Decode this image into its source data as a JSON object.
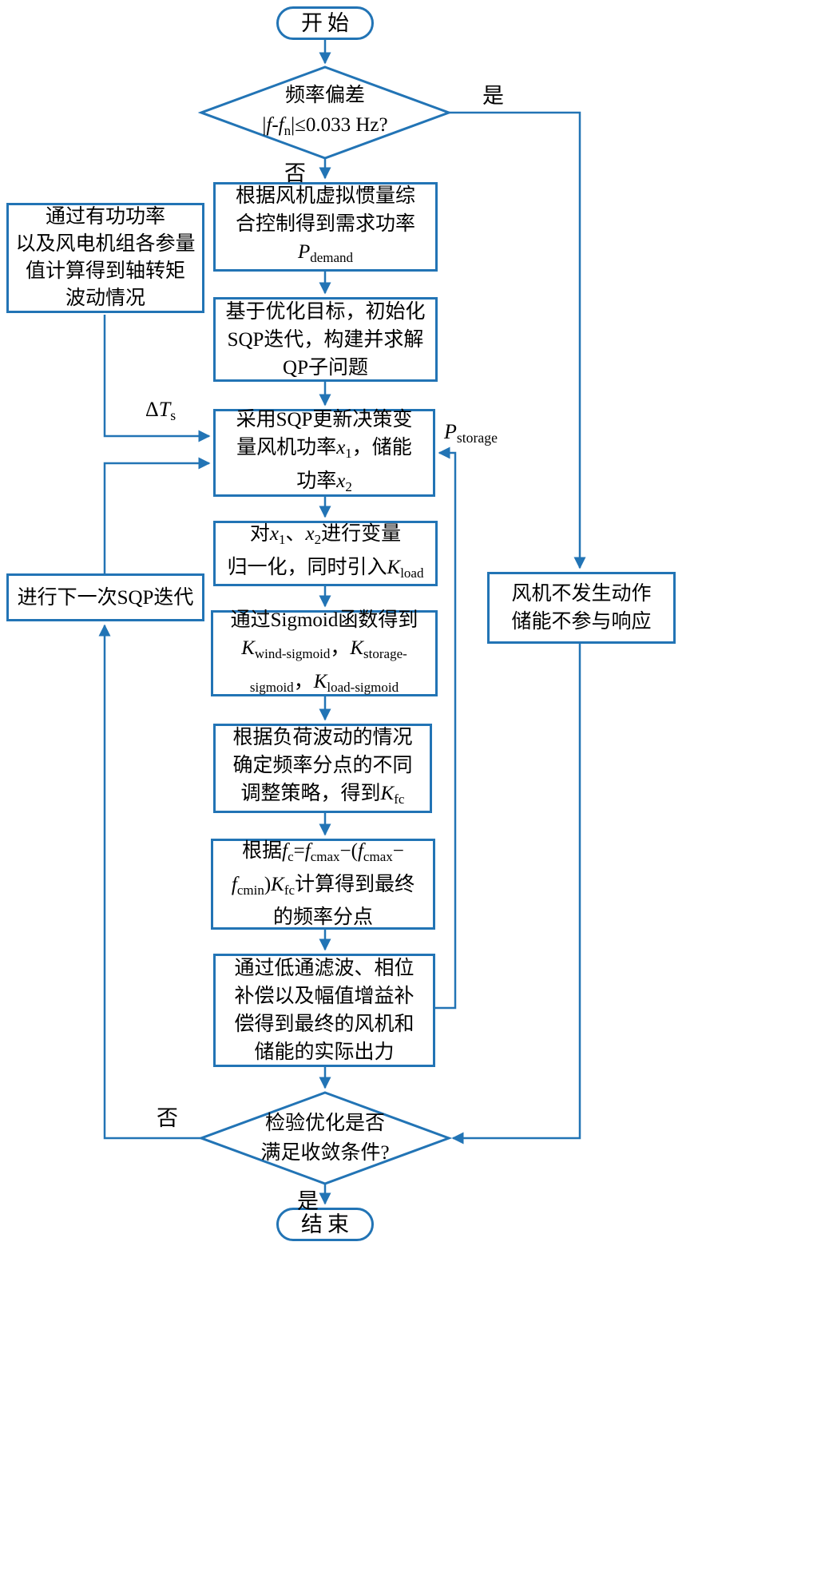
{
  "diagram": {
    "type": "flowchart",
    "colors": {
      "line": "#2274B5",
      "fill": "#FFFFFF",
      "text": "#000000"
    },
    "nodes": {
      "start": {
        "label": "开始"
      },
      "d_freq": {
        "lines": [
          [
            {
              "t": "频率偏差"
            }
          ],
          [
            {
              "t": "|"
            },
            {
              "t": "f",
              "s": "i"
            },
            {
              "t": "-"
            },
            {
              "t": "f",
              "s": "i"
            },
            {
              "t": "n",
              "s": "sub"
            },
            {
              "t": "|≤0.033 Hz?"
            }
          ]
        ]
      },
      "p_demand": {
        "lines": [
          [
            {
              "t": "根据风机虚拟惯量综"
            }
          ],
          [
            {
              "t": "合控制得到需求功率"
            }
          ],
          [
            {
              "t": "P",
              "s": "i"
            },
            {
              "t": "demand",
              "s": "sub"
            }
          ]
        ]
      },
      "p_sqp_init": {
        "lines": [
          [
            {
              "t": "基于优化目标，初始化"
            }
          ],
          [
            {
              "t": "SQP迭代，构建并求解"
            }
          ],
          [
            {
              "t": "QP子问题"
            }
          ]
        ]
      },
      "p_sqp_update": {
        "lines": [
          [
            {
              "t": "采用SQP更新决策变"
            }
          ],
          [
            {
              "t": "量风机功率"
            },
            {
              "t": "x",
              "s": "i"
            },
            {
              "t": "1",
              "s": "sub"
            },
            {
              "t": "，储能"
            }
          ],
          [
            {
              "t": "功率"
            },
            {
              "t": "x",
              "s": "i"
            },
            {
              "t": "2",
              "s": "sub"
            }
          ]
        ]
      },
      "p_normalize": {
        "lines": [
          [
            {
              "t": "对"
            },
            {
              "t": "x",
              "s": "i"
            },
            {
              "t": "1",
              "s": "sub"
            },
            {
              "t": "、"
            },
            {
              "t": "x",
              "s": "i"
            },
            {
              "t": "2",
              "s": "sub"
            },
            {
              "t": "进行变量"
            }
          ],
          [
            {
              "t": "归一化，同时引入"
            },
            {
              "t": "K",
              "s": "i"
            },
            {
              "t": "load",
              "s": "sub"
            }
          ]
        ]
      },
      "p_sigmoid": {
        "lines": [
          [
            {
              "t": "通过Sigmoid函数得到"
            }
          ],
          [
            {
              "t": "K",
              "s": "i"
            },
            {
              "t": "wind-sigmoid",
              "s": "sub"
            },
            {
              "t": "，"
            },
            {
              "t": "K",
              "s": "i"
            },
            {
              "t": "storage-",
              "s": "sub"
            }
          ],
          [
            {
              "t": "sigmoid",
              "s": "sub"
            },
            {
              "t": "，"
            },
            {
              "t": "K",
              "s": "i"
            },
            {
              "t": "load-sigmoid",
              "s": "sub"
            }
          ]
        ]
      },
      "p_kfc": {
        "lines": [
          [
            {
              "t": "根据负荷波动的情况"
            }
          ],
          [
            {
              "t": "确定频率分点的不同"
            }
          ],
          [
            {
              "t": "调整策略，得到"
            },
            {
              "t": "K",
              "s": "i"
            },
            {
              "t": "fc",
              "s": "sub"
            }
          ]
        ]
      },
      "p_fc": {
        "lines": [
          [
            {
              "t": "根据"
            },
            {
              "t": "f",
              "s": "i"
            },
            {
              "t": "c",
              "s": "sub"
            },
            {
              "t": "="
            },
            {
              "t": "f",
              "s": "i"
            },
            {
              "t": "cmax",
              "s": "sub"
            },
            {
              "t": "−("
            },
            {
              "t": "f",
              "s": "i"
            },
            {
              "t": "cmax",
              "s": "sub"
            },
            {
              "t": "−"
            }
          ],
          [
            {
              "t": "f",
              "s": "i"
            },
            {
              "t": "cmin",
              "s": "sub"
            },
            {
              "t": ")"
            },
            {
              "t": "K",
              "s": "i"
            },
            {
              "t": "fc",
              "s": "sub"
            },
            {
              "t": "计算得到最终"
            }
          ],
          [
            {
              "t": "的频率分点"
            }
          ]
        ]
      },
      "p_filter": {
        "lines": [
          [
            {
              "t": "通过低通滤波、相位"
            }
          ],
          [
            {
              "t": "补偿以及幅值增益补"
            }
          ],
          [
            {
              "t": "偿得到最终的风机和"
            }
          ],
          [
            {
              "t": "储能的实际出力"
            }
          ]
        ]
      },
      "d_converge": {
        "lines": [
          [
            {
              "t": "检验优化是否"
            }
          ],
          [
            {
              "t": "满足收敛条件?"
            }
          ]
        ]
      },
      "end": {
        "label": "结束"
      },
      "side_torque": {
        "lines": [
          [
            {
              "t": "通过有功功率"
            }
          ],
          [
            {
              "t": "以及风电机组各参量"
            }
          ],
          [
            {
              "t": "值计算得到轴转矩"
            }
          ],
          [
            {
              "t": "波动情况"
            }
          ]
        ]
      },
      "side_next_iter": {
        "lines": [
          [
            {
              "t": "进行下一次SQP迭代"
            }
          ]
        ]
      },
      "side_no_action": {
        "lines": [
          [
            {
              "t": "风机不发生动作"
            }
          ],
          [
            {
              "t": "储能不参与响应"
            }
          ]
        ]
      }
    },
    "edge_labels": {
      "yes_top": "是",
      "no_top": "否",
      "no_left": "否",
      "yes_bottom": "是",
      "delta_ts": [
        [
          {
            "t": "Δ"
          },
          {
            "t": "T",
            "s": "i"
          },
          {
            "t": "s",
            "s": "sub"
          }
        ]
      ],
      "p_storage": [
        [
          {
            "t": "P",
            "s": "i"
          },
          {
            "t": "storage",
            "s": "sub"
          }
        ]
      ]
    }
  }
}
